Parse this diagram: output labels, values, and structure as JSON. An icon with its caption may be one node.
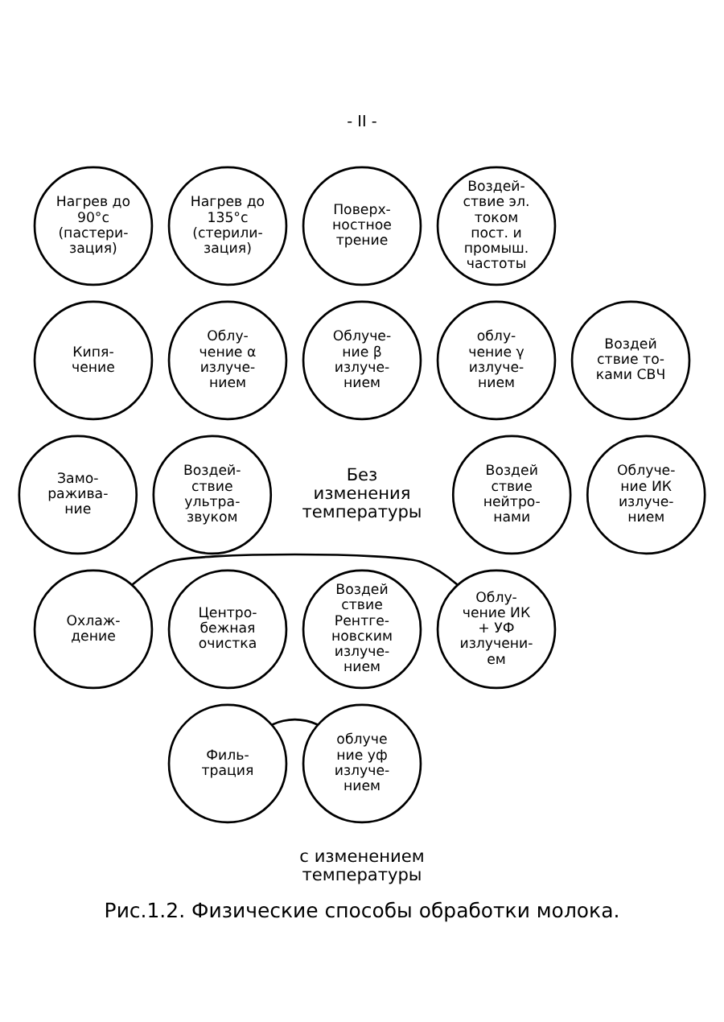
{
  "diagram": {
    "caption": "Рис.1.2. Физические способы обработки молока.",
    "nodes": [
      {
        "text": [
          "Охлаж- дение"
        ]
      },
      {
        "text": [
          "Замо- ражива- ние"
        ]
      },
      {
        "text": [
          "Кипя- чение"
        ]
      },
      {
        "text": [
          "Нагрев до 90°с (пастери- зация)"
        ]
      },
      {
        "text": [
          "Нагрев до 135°с (стерили- зация)"
        ]
      },
      {
        "text": [
          "Поверх- ностное трение"
        ]
      },
      {
        "text": [
          "Воздей- ствие эл. током пост. и промыш. частоты"
        ]
      },
      {
        "text": [
          "Воздей ствие то- ками СВЧ"
        ]
      },
      {
        "text": [
          "Облуче- ние ИК излуче- нием"
        ]
      },
      {
        "text": [
          "Облу- чение ИК + УФ излучени- ем"
        ]
      },
      {
        "text": [
          "Воздей- ствие ультра- звуком"
        ]
      },
      {
        "text": [
          "Облу- чение α излуче- нием"
        ]
      },
      {
        "text": [
          "Облуче- ние β излуче- нием"
        ]
      },
      {
        "text": [
          "облу- чение γ излуче- нием"
        ]
      },
      {
        "text": [
          "Воздей ствие нейтро- нами"
        ]
      },
      {
        "text": [
          "Воздей ствие Рентге- новским излуче- нием"
        ]
      },
      {
        "text": [
          "облуче ние уф излуче- нием"
        ]
      },
      {
        "text": [
          "Филь- трация"
        ]
      },
      {
        "text": [
          "Центро- бежная очистка"
        ]
      }
    ],
    "edges": [
      {
        "from": 0,
        "to": 9,
        "arrow": "none"
      },
      {
        "from": 17,
        "to": 16,
        "arrow": "none"
      }
    ],
    "labels": [
      "- II -",
      "Без изменения температуры",
      "с изменением температуры"
    ]
  }
}
